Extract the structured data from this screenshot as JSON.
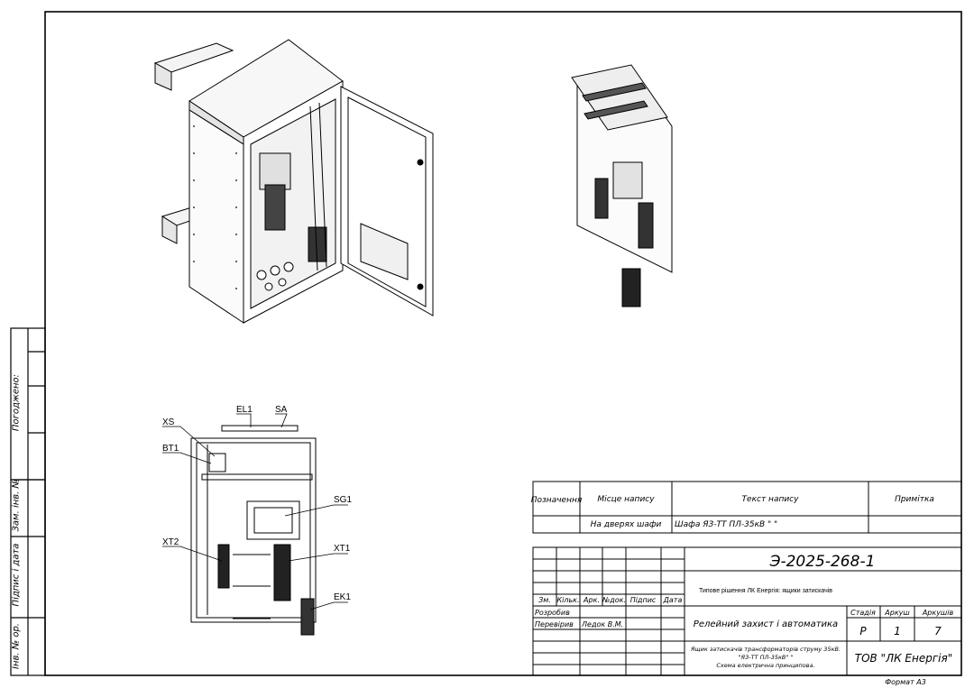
{
  "designation_table": {
    "headers": {
      "designation": "Позначення",
      "location": "Місце напису",
      "text": "Текст напису",
      "note": "Примітка"
    },
    "row": {
      "designation": "",
      "location": "На дверях шафи",
      "text": "Шафа ЯЗ-ТТ ПЛ-35кВ \"              \"",
      "note": ""
    }
  },
  "title_block": {
    "doc_code": "Э-2025-268-1",
    "project_title": "Типове рішення ЛК Енергія: ящики затискачів",
    "cols": {
      "zm": "Зм.",
      "kilk": "Кільк.",
      "ark": "Арк.",
      "ndok": "№док.",
      "pidpys": "Підпис",
      "data": "Дата"
    },
    "roles": {
      "developed": "Розробив",
      "checked": "Перевірив",
      "checker_name": "Ледок В.М."
    },
    "section": "Релейний захист і автоматика",
    "stage_label": "Стадія",
    "sheet_label": "Аркуш",
    "sheets_label": "Аркушів",
    "stage": "Р",
    "sheet": "1",
    "sheets": "7",
    "description": [
      "Ящик затискачів трансформаторів струму 35кВ.",
      "\"ЯЗ-ТТ ПЛ-35кВ\"          \"",
      "Схема електрична принципова."
    ],
    "company": "ТОВ \"ЛК Енергія\""
  },
  "format": "Формат А3",
  "side_stamps": {
    "agreed": "Погоджено:",
    "replace_inv": "Зам. інв. №",
    "sign_date": "Підпис і дата",
    "inv_orig": "Інв. № ор."
  },
  "component_labels": {
    "xs": "XS",
    "bt1": "BT1",
    "el1": "EL1",
    "sa": "SA",
    "sg1": "SG1",
    "xt2": "XT2",
    "xt1": "XT1",
    "ek1": "EK1"
  }
}
